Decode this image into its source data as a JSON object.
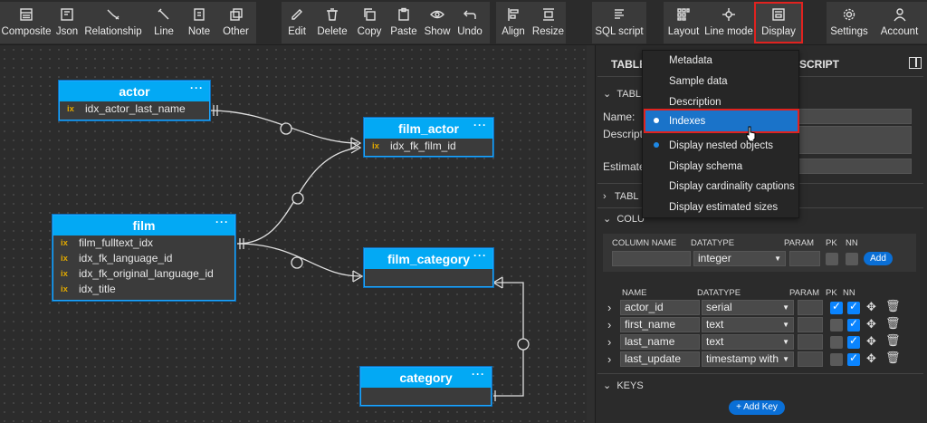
{
  "toolbar": {
    "items": [
      {
        "label": "Composite",
        "icon": "composite-icon"
      },
      {
        "label": "Json",
        "icon": "json-icon"
      },
      {
        "label": "Relationship",
        "icon": "relationship-icon"
      },
      {
        "label": "Line",
        "icon": "line-icon"
      },
      {
        "label": "Note",
        "icon": "note-icon"
      },
      {
        "label": "Other",
        "icon": "other-icon"
      },
      {
        "label": "Edit",
        "icon": "pencil-icon"
      },
      {
        "label": "Delete",
        "icon": "trash-icon"
      },
      {
        "label": "Copy",
        "icon": "copy-icon"
      },
      {
        "label": "Paste",
        "icon": "paste-icon"
      },
      {
        "label": "Show",
        "icon": "eye-icon"
      },
      {
        "label": "Undo",
        "icon": "undo-icon"
      },
      {
        "label": "Align",
        "icon": "align-icon"
      },
      {
        "label": "Resize",
        "icon": "resize-icon"
      },
      {
        "label": "SQL script",
        "icon": "script-icon"
      },
      {
        "label": "Layout",
        "icon": "layout-icon"
      },
      {
        "label": "Line mode",
        "icon": "line-mode-icon"
      },
      {
        "label": "Display",
        "icon": "display-icon"
      },
      {
        "label": "Settings",
        "icon": "gear-icon"
      },
      {
        "label": "Account",
        "icon": "user-icon"
      }
    ]
  },
  "entities": {
    "actor": {
      "title": "actor",
      "rows": [
        {
          "key": "ix",
          "name": "idx_actor_last_name"
        }
      ]
    },
    "film_actor": {
      "title": "film_actor",
      "rows": [
        {
          "key": "ix",
          "name": "idx_fk_film_id"
        }
      ]
    },
    "film": {
      "title": "film",
      "rows": [
        {
          "key": "ix",
          "name": "film_fulltext_idx"
        },
        {
          "key": "ix",
          "name": "idx_fk_language_id"
        },
        {
          "key": "ix",
          "name": "idx_fk_original_language_id"
        },
        {
          "key": "ix",
          "name": "idx_title"
        }
      ]
    },
    "film_category": {
      "title": "film_category",
      "rows": []
    },
    "category": {
      "title": "category",
      "rows": []
    },
    "menu_dots": "···"
  },
  "panel": {
    "tab_table": "TABLE",
    "tab_script": "SCRIPT",
    "sec_table1": "TABL",
    "sec_table2": "TABL",
    "sec_columns": "COLU",
    "sec_keys": "KEYS",
    "name_label": "Name:",
    "desc_label": "Descript",
    "est_label": "Estimate",
    "new_col_headers": {
      "name": "COLUMN NAME",
      "datatype": "DATATYPE",
      "param": "PARAM",
      "pk": "PK",
      "nn": "NN"
    },
    "new_col_datatype": "integer",
    "add_label": "Add",
    "col_headers": {
      "name": "NAME",
      "datatype": "DATATYPE",
      "param": "PARAM",
      "pk": "PK",
      "nn": "NN"
    },
    "columns": [
      {
        "name": "actor_id",
        "datatype": "serial",
        "pk": true,
        "nn": true
      },
      {
        "name": "first_name",
        "datatype": "text",
        "pk": false,
        "nn": true
      },
      {
        "name": "last_name",
        "datatype": "text",
        "pk": false,
        "nn": true
      },
      {
        "name": "last_update",
        "datatype": "timestamp with",
        "pk": false,
        "nn": true
      }
    ],
    "add_key_label": "+ Add Key"
  },
  "display_menu": {
    "items": [
      {
        "label": "Metadata",
        "checked": false
      },
      {
        "label": "Sample data",
        "checked": false
      },
      {
        "label": "Description",
        "checked": false
      },
      {
        "label": "Indexes",
        "checked": true,
        "highlighted": true
      },
      {
        "label": "Display nested objects",
        "checked": true
      },
      {
        "label": "Display schema",
        "checked": false
      },
      {
        "label": "Display cardinality captions",
        "checked": false
      },
      {
        "label": "Display estimated sizes",
        "checked": false
      }
    ]
  },
  "colors": {
    "accent": "#03a9f4",
    "highlight": "#1a73c9",
    "active_outline": "#e0221f",
    "index_key": "#e0a800"
  }
}
